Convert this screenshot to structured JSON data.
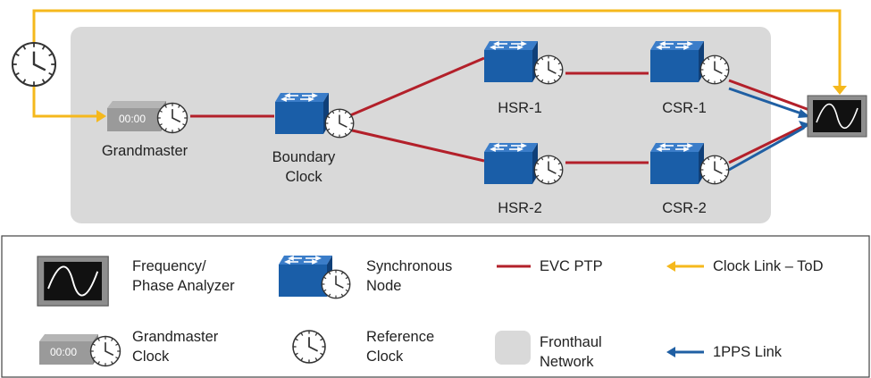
{
  "diagram": {
    "nodes": {
      "grandmaster": {
        "label": "Grandmaster",
        "display": "00:00"
      },
      "boundary_clock": {
        "label_line1": "Boundary",
        "label_line2": "Clock"
      },
      "hsr1": {
        "label": "HSR-1"
      },
      "hsr2": {
        "label": "HSR-2"
      },
      "csr1": {
        "label": "CSR-1"
      },
      "csr2": {
        "label": "CSR-2"
      }
    }
  },
  "legend": {
    "analyzer": {
      "line1": "Frequency/",
      "line2": "Phase Analyzer"
    },
    "sync_node": {
      "line1": "Synchronous",
      "line2": "Node"
    },
    "evc_ptp": {
      "label": "EVC PTP"
    },
    "clock_link": {
      "label": "Clock Link – ToD"
    },
    "grandmaster_clock": {
      "line1": "Grandmaster",
      "line2": "Clock",
      "display": "00:00"
    },
    "reference_clock": {
      "line1": "Reference",
      "line2": "Clock"
    },
    "fronthaul": {
      "line1": "Fronthaul",
      "line2": "Network"
    },
    "pps_link": {
      "label": "1PPS Link"
    }
  },
  "colors": {
    "ptp_red": "#b3202a",
    "clock_yellow": "#f5b81c",
    "pps_blue": "#1f5fa3",
    "network_gray": "#d9d9d9",
    "switch_blue": "#1a5ea8"
  }
}
